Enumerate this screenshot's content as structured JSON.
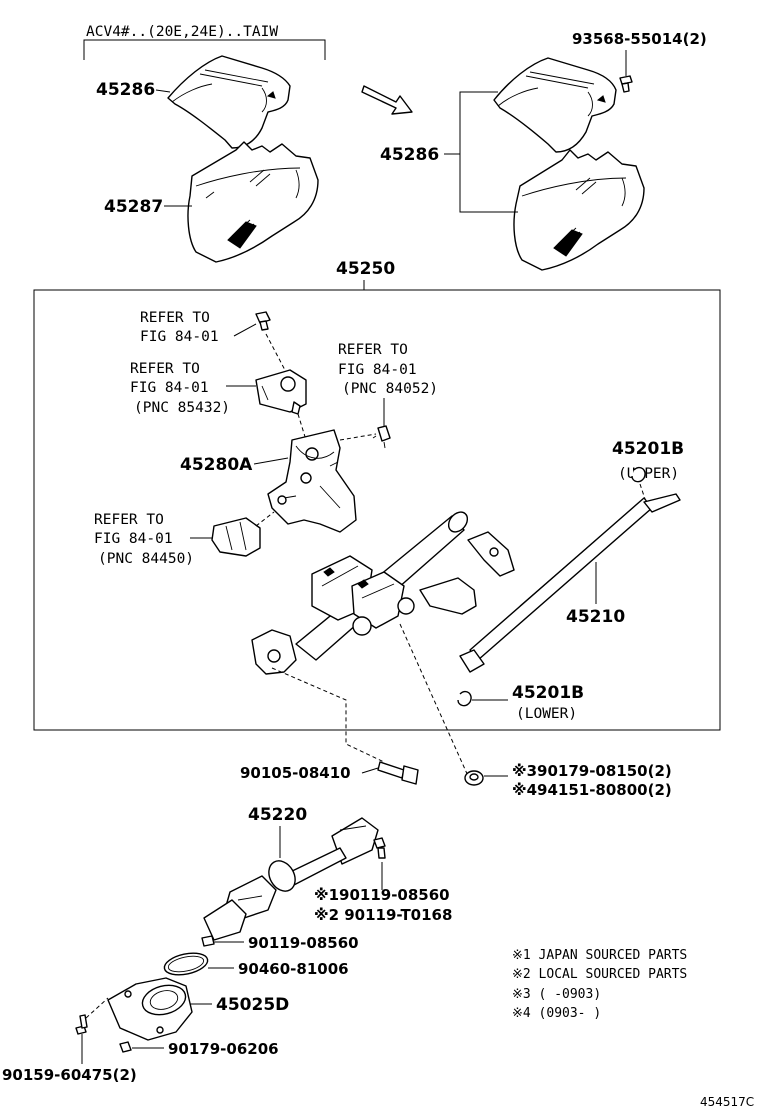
{
  "labels": {
    "model_spec": "ACV4#..(20E,24E)..TAIW",
    "p45286_left": "45286",
    "p45287": "45287",
    "p45286_right": "45286",
    "screw_93568": "93568-55014(2)",
    "p45250": "45250",
    "refer1": [
      "REFER TO",
      "FIG 84-01"
    ],
    "refer2": [
      "REFER TO",
      "FIG 84-01",
      "(PNC 85432)"
    ],
    "refer3": [
      "REFER TO",
      "FIG 84-01",
      "(PNC 84052)"
    ],
    "refer4": [
      "REFER TO",
      "FIG 84-01",
      "(PNC 84450)"
    ],
    "p45280A": "45280A",
    "p45201B_upper": "45201B",
    "upper": "(UPPER)",
    "p45210": "45210",
    "p45201B_lower": "45201B",
    "lower": "(LOWER)",
    "bolt_90105": "90105-08410",
    "nut_390179": "※390179-08150(2)",
    "nut_494151": "※494151-80800(2)",
    "p45220": "45220",
    "bolt_190119": "※190119-08560",
    "bolt_290119": "※2 90119-T0168",
    "bolt_90119": "90119-08560",
    "seal_90460": "90460-81006",
    "p45025D": "45025D",
    "nut_90179": "90179-06206",
    "bolt_90159": "90159-60475(2)",
    "diagram_id": "454517C"
  },
  "notes": [
    "※1 JAPAN SOURCED PARTS",
    "※2 LOCAL SOURCED PARTS",
    "※3 (    -0903)",
    "※4 (0903-    )"
  ]
}
